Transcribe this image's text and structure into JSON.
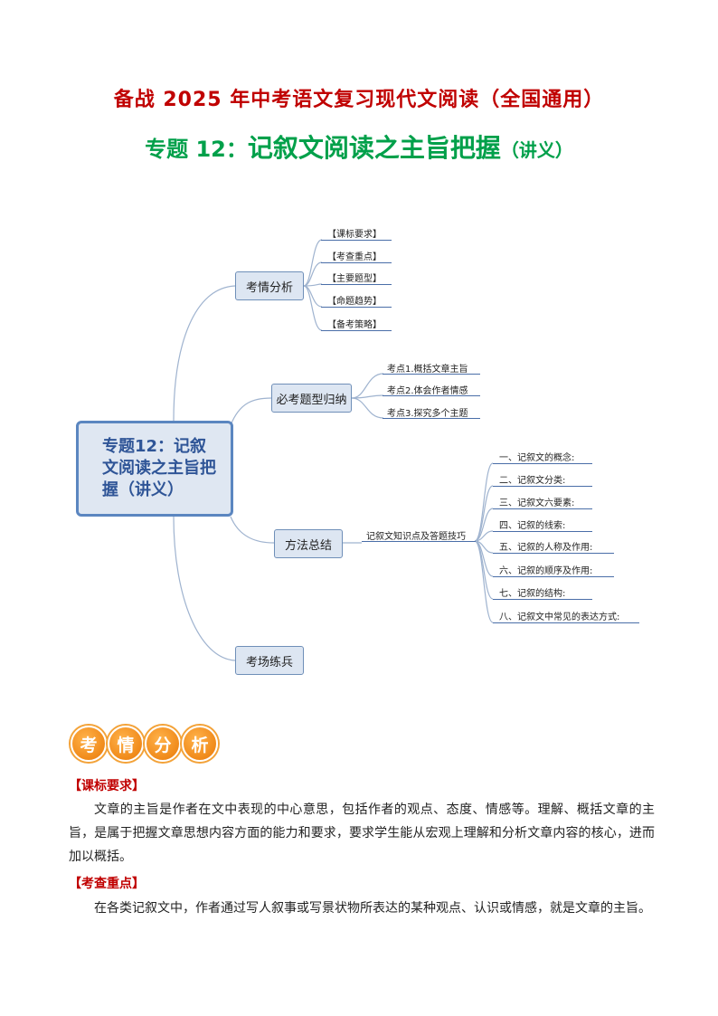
{
  "header": {
    "title": "备战 2025 年中考语文复习现代文阅读（全国通用）",
    "subtitle_prefix": "专题 12：",
    "subtitle_main": "记叙文阅读之主旨把握",
    "subtitle_suffix": "（讲义）"
  },
  "mindmap": {
    "center": "专题12：记叙文阅读之主旨把握（讲义）",
    "branches": [
      {
        "label": "考情分析",
        "items": [
          "【课标要求】",
          "【考查重点】",
          "【主要题型】",
          "【命题趋势】",
          "【备考策略】"
        ]
      },
      {
        "label": "必考题型归纳",
        "items": [
          "考点1.概括文章主旨",
          "考点2.体会作者情感",
          "考点3.探究多个主题"
        ]
      },
      {
        "label": "方法总结",
        "sub": "记叙文知识点及答题技巧",
        "items": [
          "一、记叙文的概念:",
          "二、记叙文分类:",
          "三、记叙文六要素:",
          "四、记叙的线索:",
          "五、记叙的人称及作用:",
          "六、记叙的顺序及作用:",
          "七、记叙的结构:",
          "八、记叙文中常见的表达方式:"
        ]
      },
      {
        "label": "考场练兵"
      }
    ],
    "colors": {
      "line": "#9fb3cf",
      "box_border": "#6f8fb8",
      "box_fill": "#dde6f2",
      "center_text": "#2f5597"
    }
  },
  "badge": [
    "考",
    "情",
    "分",
    "析"
  ],
  "sections": [
    {
      "heading": "【课标要求】",
      "text": "文章的主旨是作者在文中表现的中心意思，包括作者的观点、态度、情感等。理解、概括文章的主旨，是属于把握文章思想内容方面的能力和要求，要求学生能从宏观上理解和分析文章内容的核心，进而加以概括。"
    },
    {
      "heading": "【考查重点】",
      "text": "在各类记叙文中，作者通过写人叙事或写景状物所表达的某种观点、认识或情感，就是文章的主旨。"
    }
  ]
}
